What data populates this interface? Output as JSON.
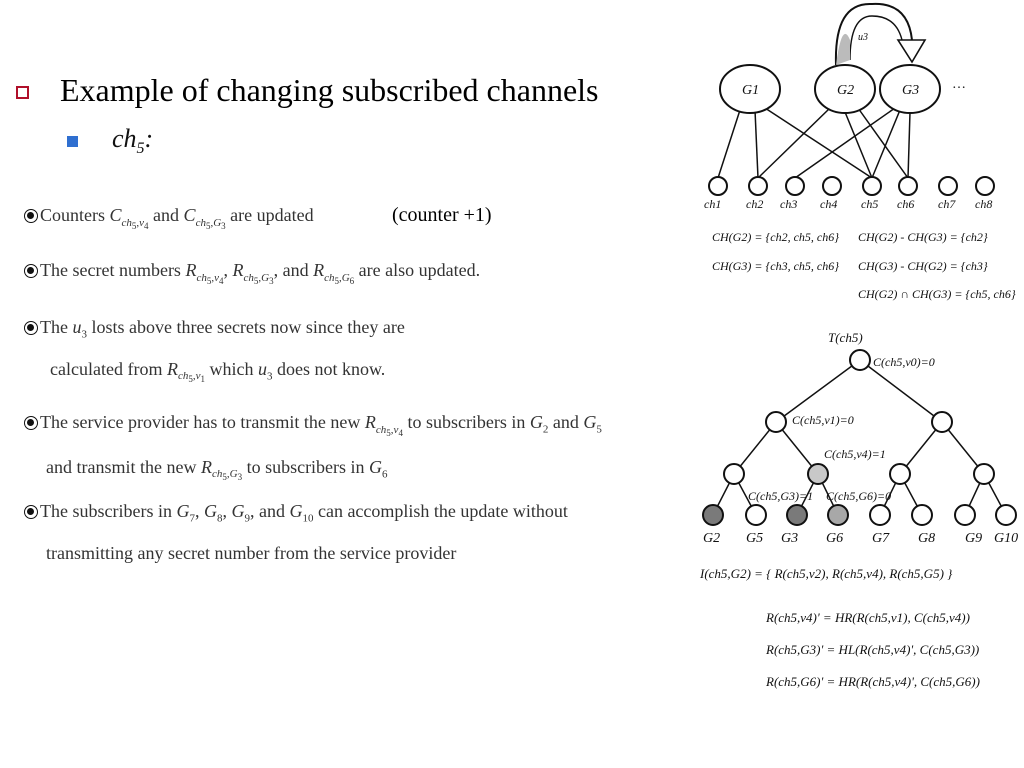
{
  "slide": {
    "title": "Example of changing subscribed channels",
    "subtitle_symbol": "ch",
    "subtitle_index": "5",
    "subtitle_suffix": ":"
  },
  "counter_note": "(counter +1)",
  "paragraphs": [
    {
      "id": "p1",
      "text": "Counters C(ch5,v4) and C(ch5,G3) are updated"
    },
    {
      "id": "p2",
      "text": "The secret numbers R(ch5,v4), R(ch5,G3), and R(ch5,G6) are also updated."
    },
    {
      "id": "p3",
      "text": "The u3 losts above three secrets now since they are calculated from R(ch5,v1) which u3 does not know."
    },
    {
      "id": "p4",
      "text": "The service provider has to transmit the new R(ch5,v4) to subscribers in G2 and G5 and transmit the new R(ch5,G3) to subscribers in G6"
    },
    {
      "id": "p5",
      "text": "The subscribers in G7, G8, G9, and G10 can accomplish the update without transmitting any secret number from the service provider"
    }
  ],
  "top_diagram": {
    "groups": [
      "G1",
      "G2",
      "G3"
    ],
    "ellipsis": "…",
    "user_label": "u3",
    "channels": [
      "ch1",
      "ch2",
      "ch3",
      "ch4",
      "ch5",
      "ch6",
      "ch7",
      "ch8"
    ],
    "channel_sets": [
      {
        "lhs": "CH(G2)",
        "set": "{ch2, ch5, ch6}",
        "diff_lhs": "CH(G2) - CH(G3)",
        "diff_set": "{ch2}"
      },
      {
        "lhs": "CH(G3)",
        "set": "{ch3, ch5, ch6}",
        "diff_lhs": "CH(G3) - CH(G2)",
        "diff_set": "{ch3}"
      }
    ],
    "intersection": "CH(G2) ∩ CH(G3) = {ch5, ch6}"
  },
  "tree_diagram": {
    "root_label": "T(ch5)",
    "counter_labels": [
      "C(ch5,v0)=0",
      "C(ch5,v1)=0",
      "C(ch5,v4)=1",
      "C(ch5,G3)=1",
      "C(ch5,G6)=0"
    ],
    "leaves": [
      "G2",
      "G5",
      "G3",
      "G6",
      "G7",
      "G8",
      "G9",
      "G10"
    ],
    "index_set": "I(ch5,G2) = { R(ch5,v2), R(ch5,v4), R(ch5,G5) }",
    "formulas": [
      "R(ch5,v4)' = HR(R(ch5,v1), C(ch5,v4))",
      "R(ch5,G3)' = HL(R(ch5,v4)', C(ch5,G3))",
      "R(ch5,G6)' = HR(R(ch5,v4)', C(ch5,G6))"
    ]
  }
}
